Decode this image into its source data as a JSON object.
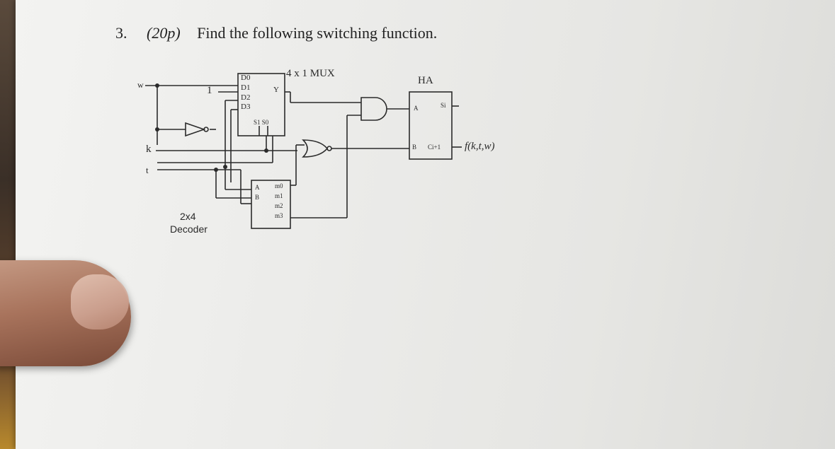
{
  "question": {
    "number": "3.",
    "points": "(20p)",
    "text": "Find the following switching function."
  },
  "circuit": {
    "inputs": {
      "w": "w",
      "k": "k",
      "t": "t"
    },
    "constant_one": "1",
    "mux": {
      "title": "4 x 1 MUX",
      "inputs": [
        "D0",
        "D1",
        "D2",
        "D3"
      ],
      "output": "Y",
      "selects": "S1 S0"
    },
    "decoder": {
      "name_line1": "2x4",
      "name_line2": "Decoder",
      "inputs": [
        "A",
        "B"
      ],
      "outputs": [
        "m0",
        "m1",
        "m2",
        "m3"
      ]
    },
    "half_adder": {
      "title": "HA",
      "in_a": "A",
      "in_b": "B",
      "sum": "Si",
      "carry": "Ci+1"
    },
    "output_function": "f(k,t,w)"
  }
}
